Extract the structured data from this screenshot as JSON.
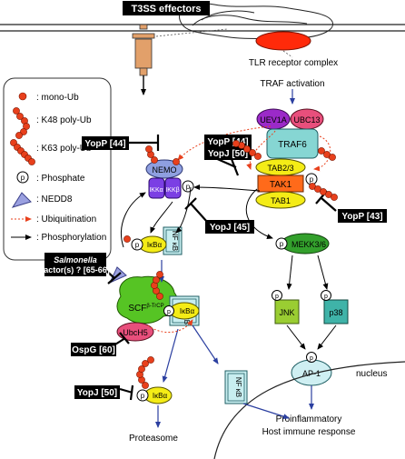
{
  "labels": {
    "t3ss": "T3SS effectors",
    "tlr": "TLR receptor complex",
    "traf_activation": "TRAF activation",
    "nucleus": "nucleus",
    "proinflammatory": "Proinflammatory",
    "host_response": "Host immune response",
    "proteasome": "Proteasome"
  },
  "legend": {
    "mono_ub": ": mono-Ub",
    "k48": ": K48 poly-Ub",
    "k63": ": K63 poly-Ub",
    "phosphate": ": Phosphate",
    "nedd8": ": NEDD8",
    "ubiquitination": ": Ubiquitination",
    "phosphorylation": ": Phosphorylation",
    "p": "p"
  },
  "proteins": {
    "uev1a": "UEV1A",
    "ubc13": "UBC13",
    "traf6": "TRAF6",
    "tab23": "TAB2/3",
    "tak1": "TAK1",
    "tab1": "TAB1",
    "nemo": "NEMO",
    "ikka": "IKKα",
    "ikkb": "IKKβ",
    "ikba": "IκBα",
    "nfkb": "NF κB",
    "scf_base": "SCF",
    "scf_sup": "β-TrCP",
    "ubch5": "UbcH5",
    "mekk": "MEKK3/6",
    "jnk": "JNK",
    "p38": "p38",
    "ap1": "AP-1"
  },
  "inhibitors": {
    "yopp44_left": "YopP [44]",
    "yopp44_mid": "YopP [44]",
    "yopj50_mid": "YopJ [50]",
    "yopp43": "YopP [43]",
    "yopj45": "YopJ [45]",
    "salmonella_1": "Salmonella",
    "salmonella_2": "factor(s) ? [65-66]",
    "ospg": "OspG [60]",
    "yopj50_low": "YopJ [50]"
  },
  "colors": {
    "ub": "#e8401c",
    "purple": "#7b3fe4",
    "green": "#56c424",
    "teal": "#7fd3cf",
    "pink": "#e84f7c",
    "orange": "#ff6a1a",
    "yellow": "#f4ec16",
    "cyan": "#9fdde3",
    "navy": "#3a4fa8",
    "nedd8": "#9aa0e0"
  }
}
